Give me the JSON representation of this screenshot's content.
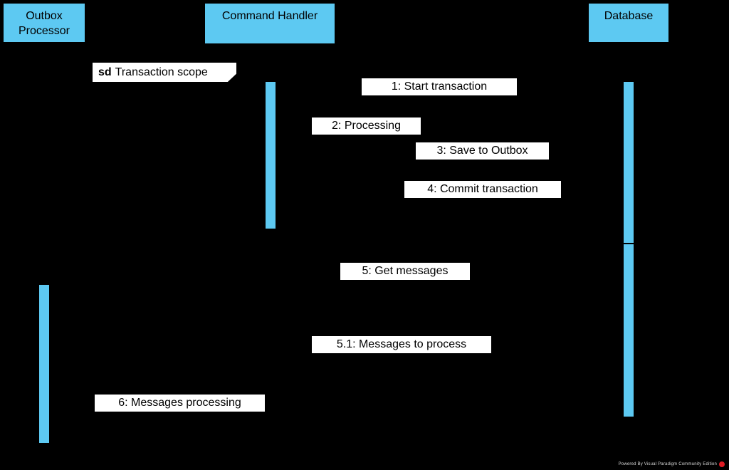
{
  "colors": {
    "background": "#000000",
    "participant_fill": "#5dc9f2",
    "activation_fill": "#5dc9f2",
    "message_label_bg": "#ffffff",
    "message_label_text": "#000000",
    "watermark_dot": "#e01b24"
  },
  "frame": {
    "keyword": "sd",
    "title": "Transaction scope"
  },
  "participants": [
    {
      "id": "outbox-processor",
      "label": "Outbox\nProcessor"
    },
    {
      "id": "command-handler",
      "label": "Command Handler"
    },
    {
      "id": "database",
      "label": "Database"
    }
  ],
  "messages": [
    {
      "seq": "1",
      "label": "1: Start transaction",
      "from": "Command Handler",
      "to": "Database"
    },
    {
      "seq": "2",
      "label": "2: Processing",
      "from": "Command Handler",
      "to": "Command Handler"
    },
    {
      "seq": "3",
      "label": "3: Save to Outbox",
      "from": "Command Handler",
      "to": "Database"
    },
    {
      "seq": "4",
      "label": "4: Commit transaction",
      "from": "Command Handler",
      "to": "Database"
    },
    {
      "seq": "5",
      "label": "5: Get messages",
      "from": "Outbox Processor",
      "to": "Database"
    },
    {
      "seq": "5.1",
      "label": "5.1: Messages to process",
      "from": "Database",
      "to": "Outbox Processor"
    },
    {
      "seq": "6",
      "label": "6: Messages processing",
      "from": "Outbox Processor",
      "to": "Outbox Processor"
    }
  ],
  "watermark": {
    "text": "Powered By Visual Paradigm Community Edition"
  }
}
